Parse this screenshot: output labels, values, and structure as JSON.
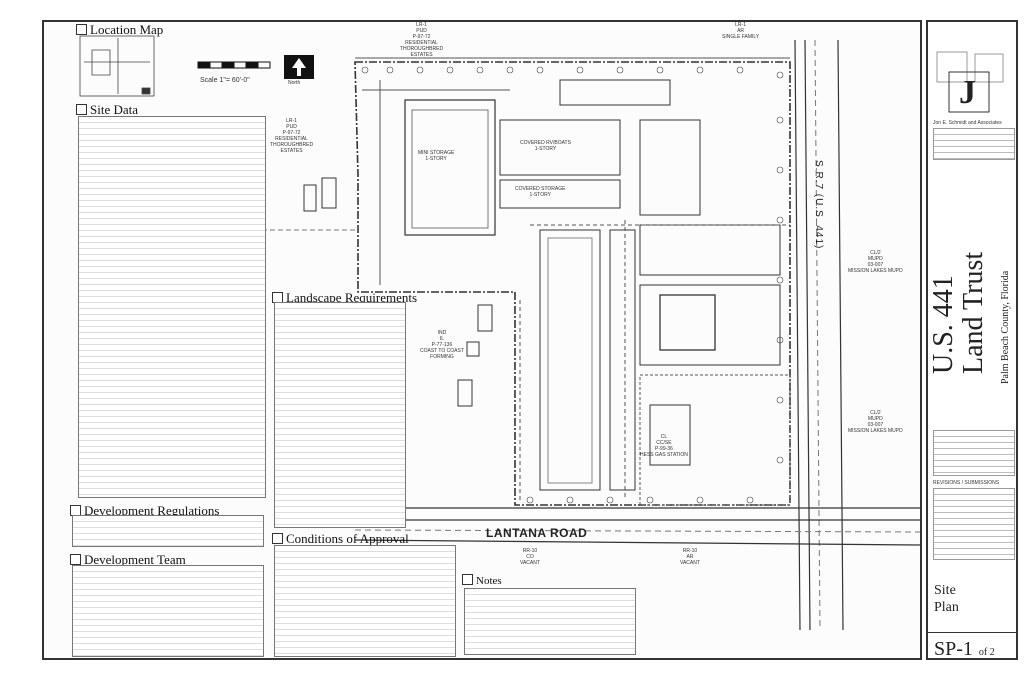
{
  "sections": {
    "location_map": "Location Map",
    "site_data": "Site Data",
    "landscape": "Landscape Requirements",
    "dev_regulations": "Development Regulations",
    "dev_team": "Development Team",
    "conditions": "Conditions of Approval",
    "notes": "Notes"
  },
  "scale": {
    "text": "Scale 1\"= 60'-0\"",
    "north": "North"
  },
  "roads": {
    "lantana": "LANTANA ROAD",
    "sr7": "S.R.7 (U.S. 441)"
  },
  "parcels": {
    "north": "LR-1\nPUD\nP-97-72\nRESIDENTIAL\nTHOROUGHBRED\nESTATES",
    "west": "LR-1\nPUD\nP-97-72\nRESIDENTIAL\nTHOROUGHBRED\nESTATES",
    "ne": "LR-1\nAR\nSINGLE FAMILY",
    "ind": "IND\nIL\nP-77-136\nCOAST TO COAST\nFORMING",
    "cl2_upper": "CL/2\nMUPD\n03-007\nMISSION LAKES MUPD",
    "cl2_lower": "CL/2\nMUPD\n03-007\nMISSION LAKES MUPD",
    "gas": "CL\nCC/SE\nP-99-36\nHESS GAS STATION",
    "rr10_left": "RR-10\nCO\nVACANT",
    "rr10_right": "RR-10\nAR\nVACANT"
  },
  "buildings": {
    "mini": "MINI STORAGE\n1-STORY",
    "cov_rv": "COVERED RV/BOATS\n1-STORY",
    "cov_storage": "COVERED STORAGE\n1-STORY"
  },
  "title_block": {
    "firm": "Jon E. Schmidt and Associates",
    "logo_letter": "J",
    "project_line1": "U.S. 441",
    "project_line2": "Land Trust",
    "location": "Palm Beach County, Florida",
    "revisions": "REVISIONS / SUBMISSIONS",
    "sheet_title_1": "Site",
    "sheet_title_2": "Plan",
    "sheet_no": "SP-1",
    "sheet_of": "of 2"
  },
  "colors": {
    "line": "#333333",
    "fine": "#666666",
    "bg": "#fcfcfc"
  }
}
